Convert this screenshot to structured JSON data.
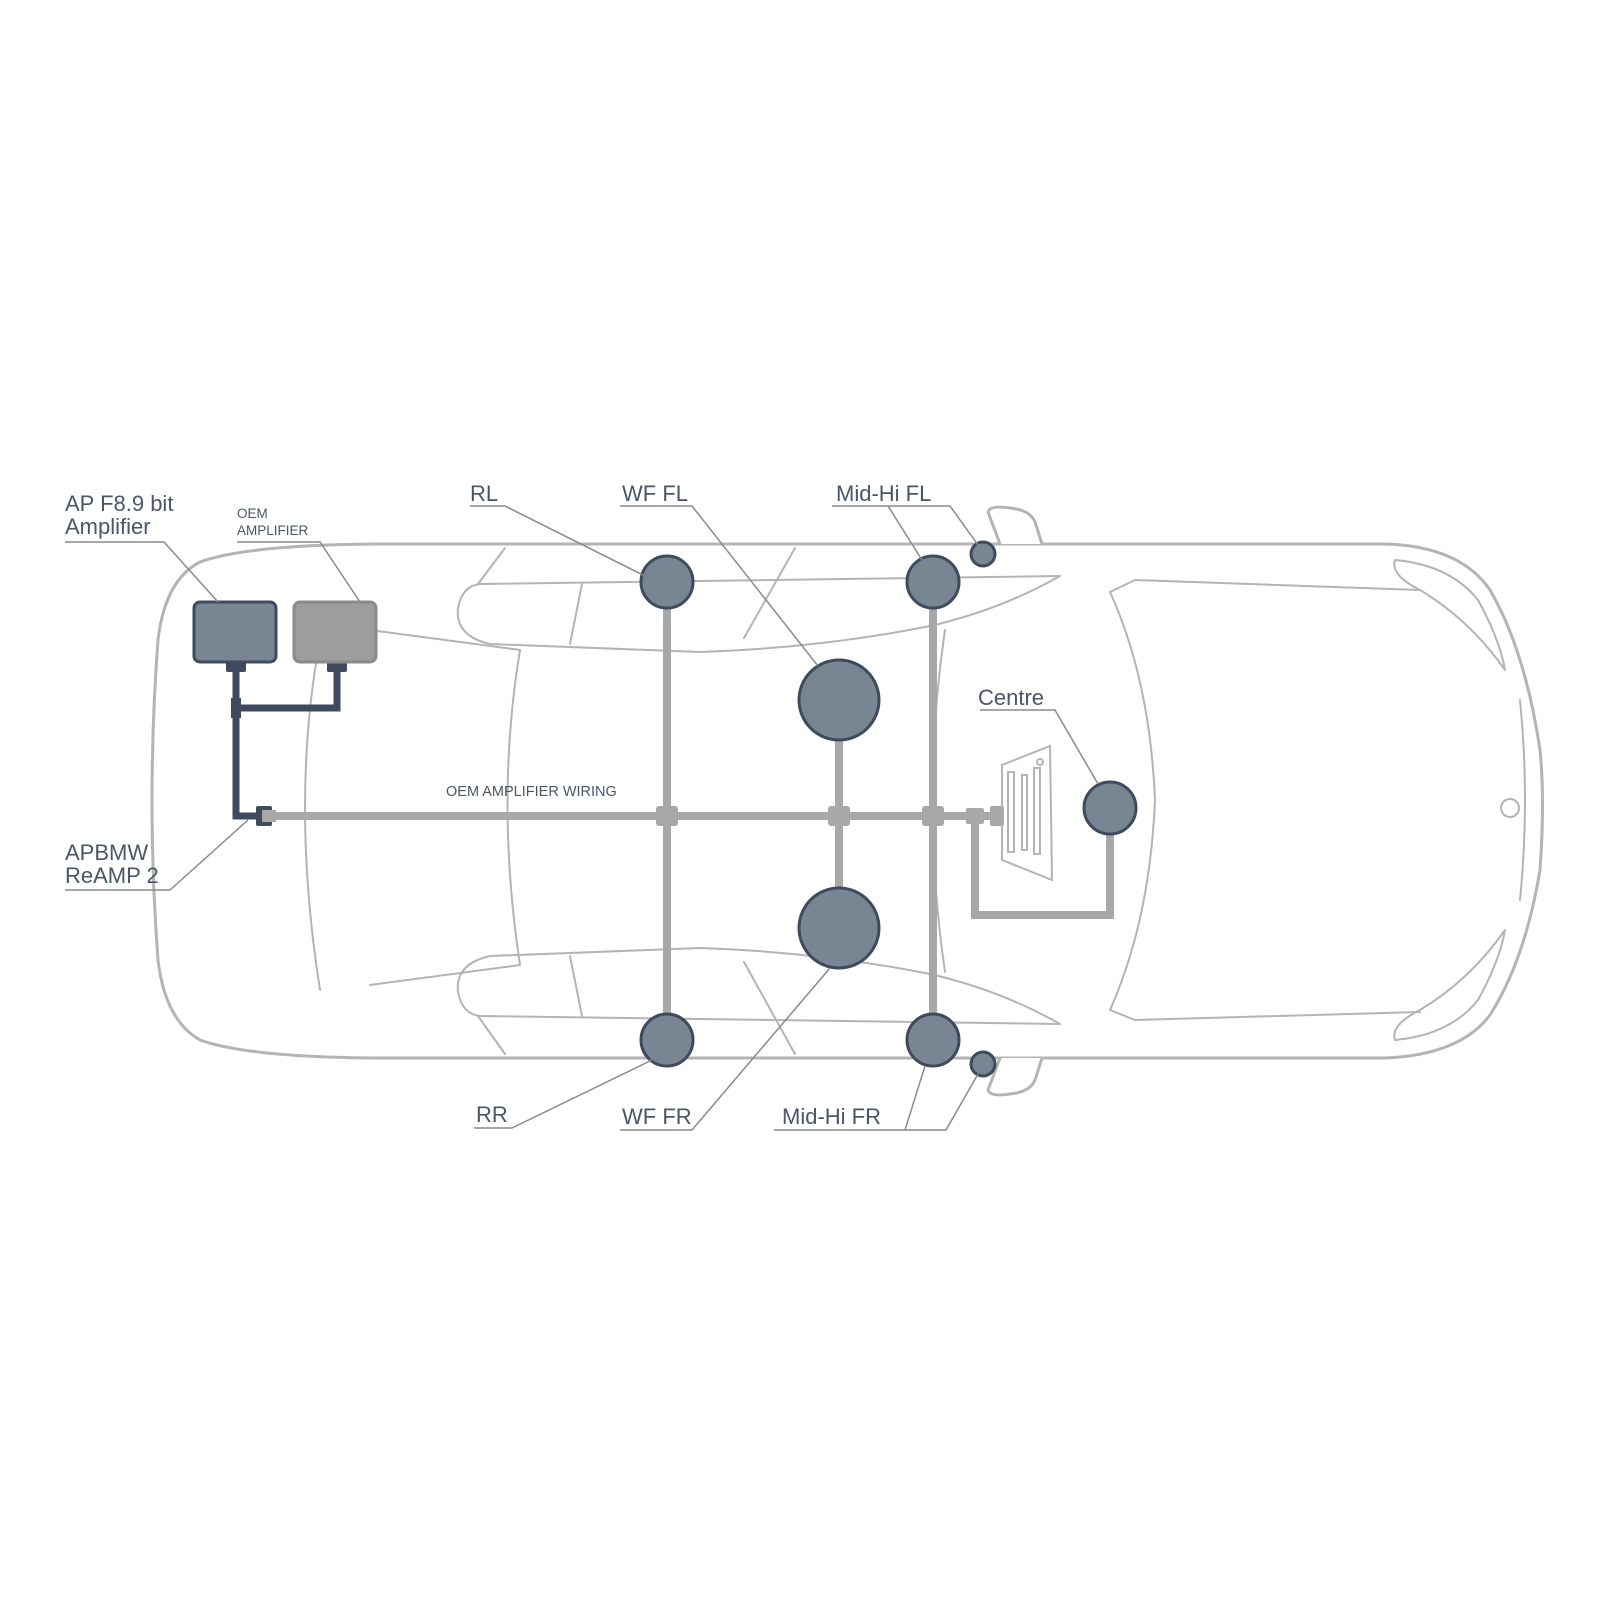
{
  "labels": {
    "ap_amp_line1": "AP F8.9 bit",
    "ap_amp_line2": "Amplifier",
    "oem_amp_line1": "OEM",
    "oem_amp_line2": "AMPLIFIER",
    "reamp_line1": "APBMW",
    "reamp_line2": "ReAMP 2",
    "wiring": "OEM AMPLIFIER WIRING",
    "rl": "RL",
    "rr": "RR",
    "wf_fl": "WF FL",
    "wf_fr": "WF FR",
    "mid_hi_fl": "Mid-Hi FL",
    "mid_hi_fr": "Mid-Hi FR",
    "centre": "Centre"
  },
  "colors": {
    "car_outline": "#b4b4b4",
    "wiring": "#a8a8a8",
    "ap_wiring": "#3e4b5c",
    "speaker_fill": "#7a8593",
    "speaker_stroke": "#3e4b5c",
    "ap_amp_fill": "#7a8593",
    "oem_amp_fill": "#9d9d9d",
    "label_text": "#4a5668",
    "leader": "#8a8a8a"
  }
}
